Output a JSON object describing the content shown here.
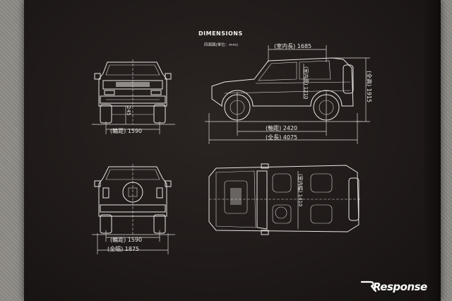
{
  "header": {
    "title": "DIMENSIONS",
    "subtitle": "四面図(単位：mm)"
  },
  "dimensions": {
    "front_tread": "(輪距) 1590",
    "rear_tread": "(輪距) 1590",
    "overall_width": "(全幅) 1875",
    "ground_clearance": "245",
    "interior_length": "(室内長) 1685",
    "interior_height": "(室内高) 1210",
    "overall_height": "(全高) 1915",
    "wheelbase": "(軸距) 2420",
    "overall_length": "(全長) 4075",
    "interior_width": "(室内幅) 1410"
  },
  "watermark": {
    "logo_text": "Response",
    "icon": "response-logo-icon",
    "color": "#ffffff"
  },
  "colors": {
    "board": "#1f1a19",
    "linework": "#e9e6e2",
    "carpet": "#8e8b86"
  }
}
